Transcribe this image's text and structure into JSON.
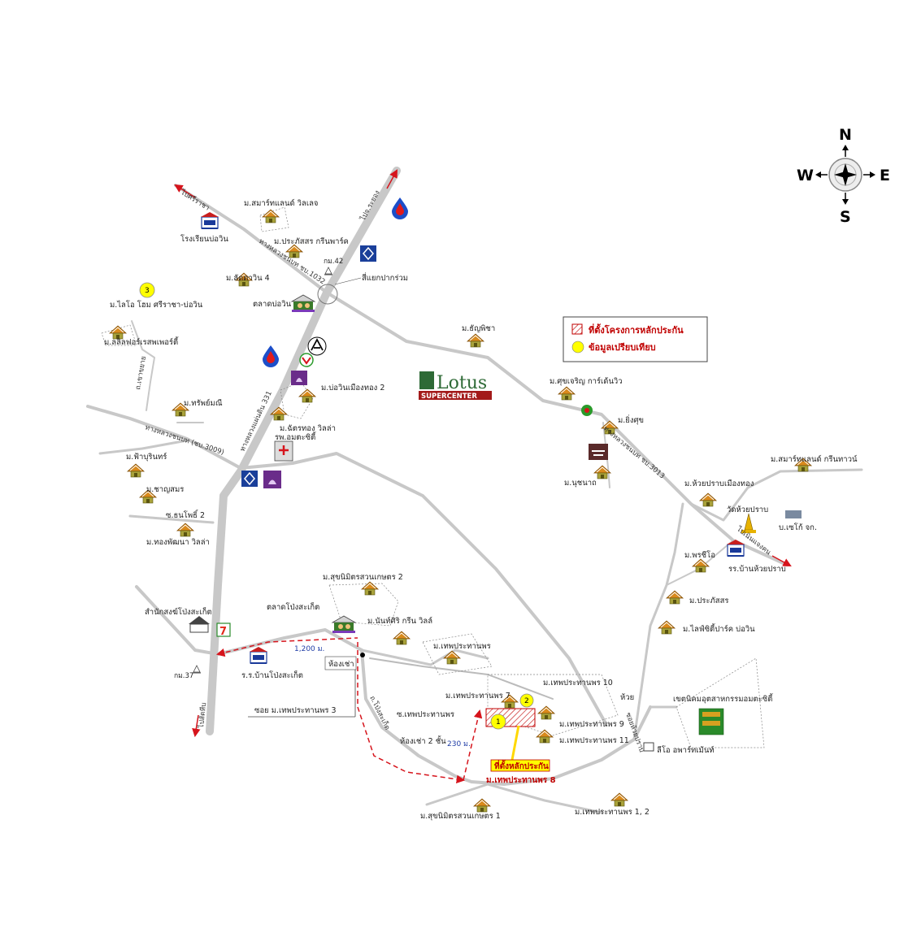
{
  "compass": {
    "n": "N",
    "s": "S",
    "e": "E",
    "w": "W"
  },
  "legend": {
    "site_label": "ที่ตั้งโครงการหลักประกัน",
    "comparable_label": "ข้อมูลเปรียบเทียบ",
    "site_color": "#c00000",
    "comparable_color": "#ffff00"
  },
  "site": {
    "callout_line1": "ที่ตั้งหลักประกัน",
    "callout_line2": "ม.เทพประทานพร 8",
    "comparables": [
      "1",
      "2",
      "3"
    ]
  },
  "brands": {
    "lotus_top": "Lotus",
    "lotus_bottom": "SUPERCENTER"
  },
  "roads": {
    "r1": "ไปศรีราชา",
    "r2": "ทางหลวงชนบท ชบ.1032",
    "r3": "ไปจ.ระยอง",
    "r4": "ทางหลวงแผ่นดิน 331",
    "r5": "ทางหลวงชนบท (ชบ.3009)",
    "r6": "ไปสัตหีบ",
    "r7": "ทางหลวงชนบท ชบ.3013",
    "r8": "ไปเนินแจงคน",
    "r9": "ถ.เขาขยาย",
    "r10": "ถ.โป่งสะเก็ต",
    "r11": "ซอยห้วยปราบ",
    "km42": "กม.42",
    "km37": "กม.37"
  },
  "distances": {
    "d1": "1,200 ม.",
    "d2": "230 ม."
  },
  "places": {
    "p01": "ม.สมาร์ทแลนด์ วิลเลจ",
    "p02": "โรงเรียนบ่อวิน",
    "p03": "ม.ประภัสสร กรีนพาร์ค",
    "p04": "สี่แยกปากร่วม",
    "p05": "ม.ลัดดาวิน 4",
    "p06": "ตลาดบ่อวิน",
    "p07": "ม.ไลโอ โฮม ศรีราชา-บ่อวิน",
    "p08": "ม.ลลิลฟอร์เรสพเพอร์ตี้",
    "p09": "ม.บ่อวินเมืองทอง 2",
    "p10": "ม.ฉัตรทอง วิลล่า",
    "p11": "ม.ทรัพย์มณี",
    "p12": "รพ.อมตะซิตี้",
    "p13": "ม.ฟ้าบุรินทร์",
    "p14": "ม.ชาญสมร",
    "p15": "ซ.ธนโพธิ์ 2",
    "p16": "ม.ทองพัฒนา วิลล่า",
    "p17": "ม.ธัญพิชา",
    "p18": "ม.ศุขเจริญ การ์เด้นวิว",
    "p19": "ม.ยิ่งศุข",
    "p20": "ม.นุชนาถ",
    "p21": "ม.สมาร์ทแลนด์ กรีนทาวน์",
    "p22": "ม.ห้วยปราบเมืองทอง",
    "p23": "วัดห้วยปราบ",
    "p24": "บ.เซโก้ จก.",
    "p25": "ม.พรชีโอ",
    "p26": "รร.บ้านห้วยปราบ",
    "p27": "ม.ประภัสสร",
    "p28": "ม.ไลฟ์ซิตี้ปาร์ค บ่อวิน",
    "p29": "ม.สุขนิมิตรสวนเกษตร 2",
    "p30": "ตลาดโป่งสะเก็ต",
    "p31": "ม.นันท์ศิริ กรีน วิลล์",
    "p32": "สำนักสงฆ์โป่งสะเก็ต",
    "p33": "ม.เทพประทานพร",
    "p34": "ร.ร.บ้านโป่งสะเก็ต",
    "p35": "ห้องเช่า",
    "p36": "ซอย ม.เทพประทานพร 3",
    "p37": "ซ.เทพประทานพร",
    "p38": "ห้องเช่า 2 ชั้น",
    "p39": "ม.เทพประทานพร 7",
    "p40": "ม.เทพประทานพร 10",
    "p41": "ห้วย",
    "p42": "ม.เทพประทานพร 9",
    "p43": "ม.เทพประทานพร 11",
    "p44": "เขตนิคมอุตสาหกรรมอมตะซิตี้",
    "p45": "ลีโอ อพาร์ทเม้นท์",
    "p46": "ม.สุขนิมิตรสวนเกษตร 1",
    "p47": "ม.เทพประทานพร 1, 2"
  }
}
